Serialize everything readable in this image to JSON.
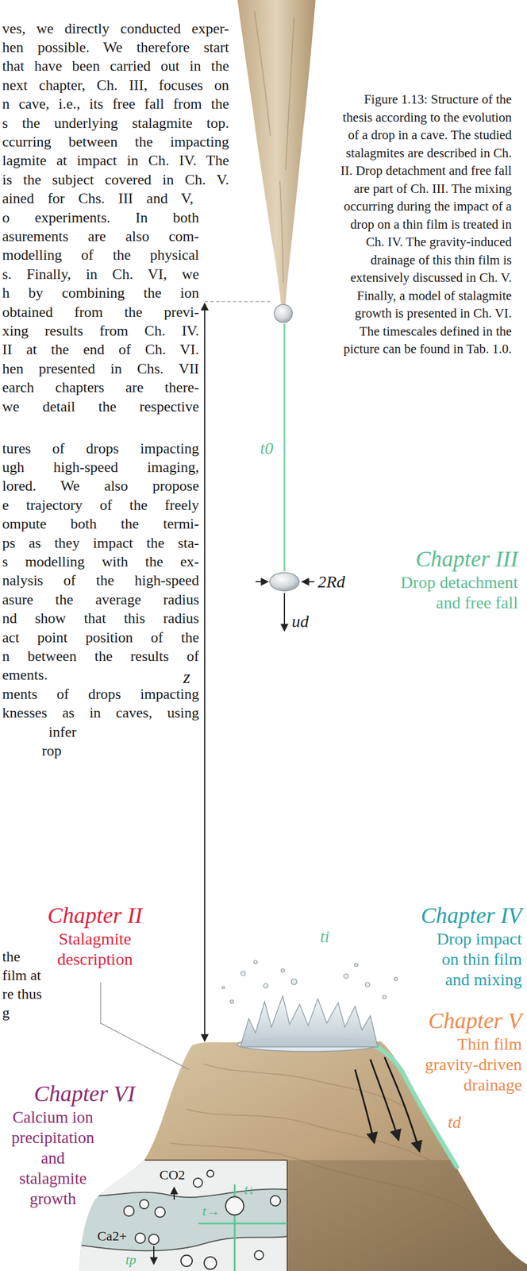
{
  "diagram": {
    "caption": "Figure 1.13: Structure of the thesis according to the evolution of a drop in a cave. The studied stalagmites are described in Ch. II. Drop detachment and free fall are part of Ch. III. The mixing occurring during the impact of a drop on a thin film is treated in Ch. IV. The gravity-induced drainage of this thin film is extensively discussed in Ch. V. Finally, a model of stalagmite growth is presented in Ch. VI. The timescales defined in the picture can be found in Tab. 1.0.",
    "nodes": [
      {
        "text": [
          "Chapter III",
          "Drop detachment and free fall"
        ]
      },
      {
        "text": [
          "Chapter II",
          "Stalagmite description"
        ]
      },
      {
        "text": [
          "Chapter IV",
          "Drop impact on thin film and mixing"
        ]
      },
      {
        "text": [
          "Chapter V",
          "Thin film gravity-driven drainage"
        ]
      },
      {
        "text": [
          "Chapter VI",
          "Calcium ion precipitation and stalagmite growth"
        ]
      }
    ],
    "labels": [
      "ves, we directly conducted exper-",
      "hen possible. We therefore start",
      "that have been carried out in the",
      "next chapter, Ch. III, focuses on",
      "n cave, i.e., its free fall from the",
      "s the underlying stalagmite top.",
      "ccurring between the impacting",
      "lagmite at impact in Ch. IV. The",
      "is the subject covered in Ch. V.",
      "ained for Chs. III and V,",
      "o experiments. In both",
      "asurements are also com-",
      "modelling of the physical",
      "s. Finally, in Ch. VI, we",
      "h by combining the ion",
      "obtained from the previ-",
      "xing results from Ch. IV.",
      "II at the end of Ch. VI.",
      "hen presented in Chs. VII",
      "earch chapters are there-",
      "we detail the respective",
      "tures of drops impacting",
      "ugh high-speed imaging,",
      "lored. We also propose",
      "e trajectory of the freely",
      "ompute both the termi-",
      "ps as they impact the sta-",
      "s modelling with the ex-",
      "nalysis of the high-speed",
      "asure the average radius",
      "nd show that this radius",
      "act point position of the",
      "n between the results of",
      "ements.",
      "ments of drops impacting",
      "knesses as in caves, using",
      "infer",
      "rop",
      "the",
      "film at",
      "re thus",
      "g",
      "t0",
      "2Rd",
      "ud",
      "z",
      "ti",
      "td",
      "CO2",
      "Ca2+",
      "t→",
      "t↓",
      "tp"
    ]
  }
}
